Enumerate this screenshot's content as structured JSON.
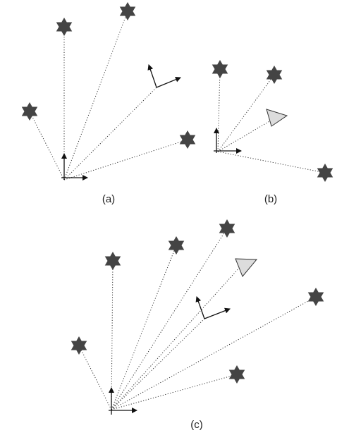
{
  "panels": [
    {
      "id": "a",
      "label": "(a)"
    },
    {
      "id": "b",
      "label": "(b)"
    },
    {
      "id": "c",
      "label": "(c)"
    }
  ],
  "colors": {
    "star": "#444444",
    "triangle_fill": "#dcdcdc",
    "ray": "#333333",
    "axis": "#111111"
  },
  "icons": {
    "landmark": "six-point-star",
    "target": "triangle",
    "frame": "coordinate-axes-arrows"
  }
}
